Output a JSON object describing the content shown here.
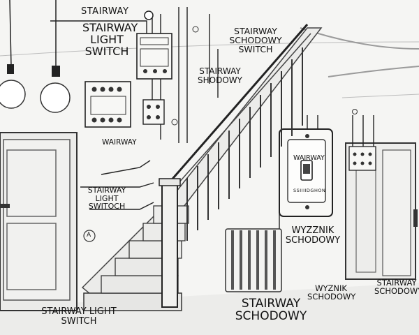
{
  "labels": {
    "top_title": "STAIRWAY",
    "light_switch_top": "STAIRWAY LIGHT SWITCH",
    "schodowy_switch_top_right": "STAIRWAY SCHODOWY SWITCH",
    "stairway_schodowy_mid": "STAIRWAY SHODOWY",
    "wairway": "WAIRWAY",
    "left_mid_switch": "STAIRWAY LIGHT SWITOCH",
    "switch_plate": "WAIRWAY",
    "switch_plate_small": "SSIIIIDGHON",
    "wyzznik": "WYZZNIK SCHODOWY",
    "bottom_left": "STAIRWAY LIGHT SWITCH",
    "bottom_center": "STAIRWAY SCHODOWY",
    "wyznik_bottom_right": "WYZNIK SCHODOWY",
    "stairway_bottom_right": "STAIRWAY SCHODOWY",
    "circle_mark": "A"
  }
}
